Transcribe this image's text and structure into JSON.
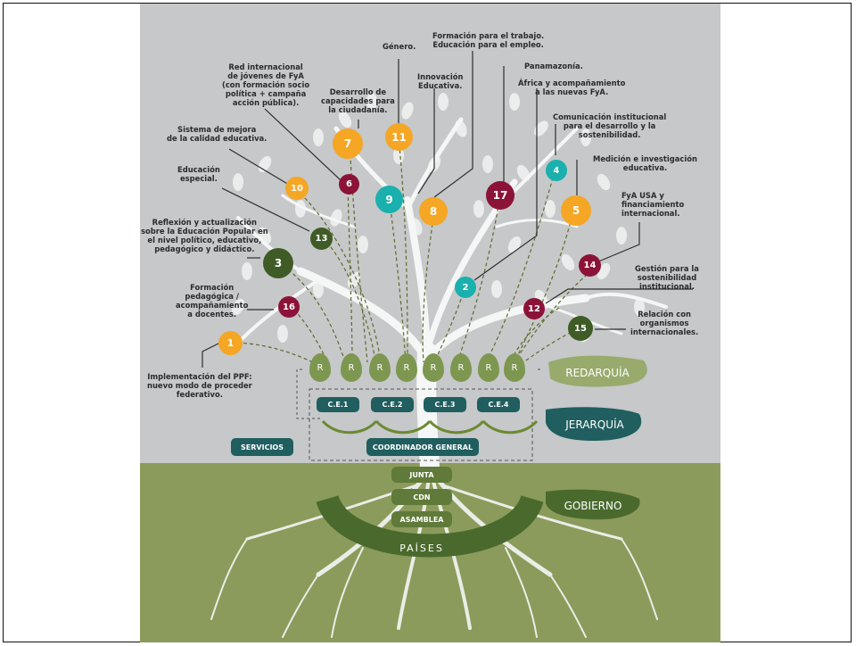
{
  "labels": {
    "redarquia": "REDARQUÍA",
    "jerarquia": "JERARQUÍA",
    "gobierno": "GOBIERNO",
    "servicios": "SERVICIOS",
    "coordinador": "COORDINADOR GENERAL",
    "junta": "JUNTA",
    "cdn": "CDN",
    "asamblea": "ASAMBLEA",
    "paises": "PAÍSES",
    "ce1": "C.E.1",
    "ce2": "C.E.2",
    "ce3": "C.E.3",
    "ce4": "C.E.4",
    "r": "R"
  },
  "nodes": {
    "n1": "1",
    "n2": "2",
    "n3": "3",
    "n4": "4",
    "n5": "5",
    "n6": "6",
    "n7": "7",
    "n8": "8",
    "n9": "9",
    "n10": "10",
    "n11": "11",
    "n12": "12",
    "n13": "13",
    "n14": "14",
    "n15": "15",
    "n16": "16",
    "n17": "17"
  },
  "annotations": {
    "a_genero": "Género.",
    "a_formacion_trabajo_1": "Formación para el trabajo.",
    "a_formacion_trabajo_2": "Educación para el empleo.",
    "a_panamazonia": "Panamazonía.",
    "a_red_1": "Red internacional",
    "a_red_2": "de jóvenes de FyA",
    "a_red_3": "(con formación socio",
    "a_red_4": "política + campaña",
    "a_red_5": "acción pública).",
    "a_desarrollo_1": "Desarrollo de",
    "a_desarrollo_2": "capacidades para",
    "a_desarrollo_3": "la ciudadanía.",
    "a_innovacion_1": "Innovación",
    "a_innovacion_2": "Educativa.",
    "a_africa_1": "África y acompañamiento",
    "a_africa_2": "a las nuevas FyA.",
    "a_sistema_1": "Sistema de mejora",
    "a_sistema_2": "de la calidad educativa.",
    "a_comunicacion_1": "Comunicación institucional",
    "a_comunicacion_2": "para el desarrollo y la",
    "a_comunicacion_3": "sostenibilidad.",
    "a_educ_especial_1": "Educación",
    "a_educ_especial_2": "especial.",
    "a_medicion_1": "Medición e investigación",
    "a_medicion_2": "educativa.",
    "a_fya_usa_1": "FyA USA y",
    "a_fya_usa_2": "financiamiento",
    "a_fya_usa_3": "internacional.",
    "a_reflexion_1": "Reflexión y actualización",
    "a_reflexion_2": "sobre la Educación Popular en",
    "a_reflexion_3": "el nivel político, educativo,",
    "a_reflexion_4": "pedagógico y didáctico.",
    "a_gestion_1": "Gestión para la",
    "a_gestion_2": "sostenibilidad",
    "a_gestion_3": "institucional.",
    "a_form_ped_1": "Formación",
    "a_form_ped_2": "pedagógica /",
    "a_form_ped_3": "acompañamiento",
    "a_form_ped_4": "a docentes.",
    "a_relacion_1": "Relación con",
    "a_relacion_2": "organismos",
    "a_relacion_3": "internacionales.",
    "a_impl_1": "Implementación del PPF:",
    "a_impl_2": "nuevo modo de proceder",
    "a_impl_3": "federativo."
  }
}
